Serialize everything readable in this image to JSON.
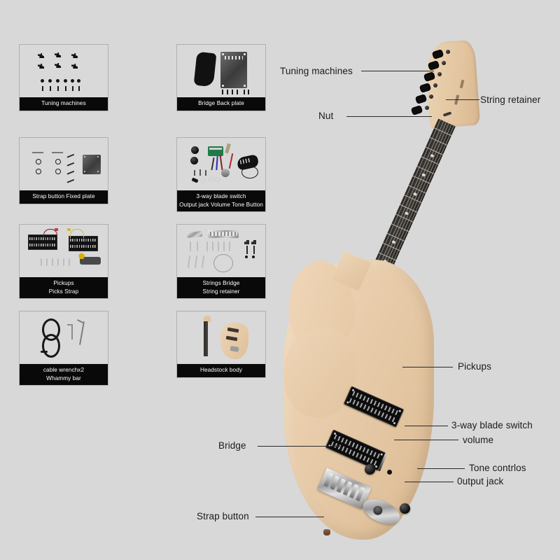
{
  "page": {
    "title": "Electric Guitar DIY Kit Parts Diagram",
    "background_color": "#d8d8d8",
    "text_color": "#1b1b1b",
    "label_bar_color": "#090909",
    "label_text_color": "#ffffff",
    "body_wood_color": "#e9cdac",
    "fretboard_color": "#2d2b28",
    "hardware_color": "#111111"
  },
  "parts_cards": [
    {
      "id": "tuning-machines",
      "label": "Tuning machines",
      "col": 0,
      "row": 0
    },
    {
      "id": "bridge-back-plate",
      "label": "Bridge  Back plate",
      "col": 1,
      "row": 0
    },
    {
      "id": "strap-fixed-plate",
      "label": "Strap button  Fixed plate",
      "col": 0,
      "row": 1
    },
    {
      "id": "electronics",
      "label": "3-way blade switch\nOutput jack  Volume Tone Button",
      "col": 1,
      "row": 1
    },
    {
      "id": "pickups-picks",
      "label": "Pickups\nPicks Strap",
      "col": 0,
      "row": 2
    },
    {
      "id": "strings-bridge",
      "label": "Strings Bridge\nString retainer",
      "col": 1,
      "row": 2
    },
    {
      "id": "cable-wrench",
      "label": "cable   wrenchx2\nWhammy bar",
      "col": 0,
      "row": 3
    },
    {
      "id": "headstock-body",
      "label": "Headstock body",
      "col": 1,
      "row": 3
    }
  ],
  "callouts": [
    {
      "id": "tuning-machines",
      "label": "Tuning machines",
      "side": "left"
    },
    {
      "id": "string-retainer",
      "label": "String retainer",
      "side": "right"
    },
    {
      "id": "nut",
      "label": "Nut",
      "side": "left"
    },
    {
      "id": "pickups",
      "label": "Pickups",
      "side": "right"
    },
    {
      "id": "blade-switch",
      "label": "3-way blade switch",
      "side": "right"
    },
    {
      "id": "volume",
      "label": "volume",
      "side": "right"
    },
    {
      "id": "tone-controls",
      "label": "Tone contrlos",
      "side": "right"
    },
    {
      "id": "output-jack",
      "label": "0utput jack",
      "side": "right"
    },
    {
      "id": "bridge",
      "label": "Bridge",
      "side": "left"
    },
    {
      "id": "strap-button",
      "label": "Strap button",
      "side": "left"
    }
  ]
}
